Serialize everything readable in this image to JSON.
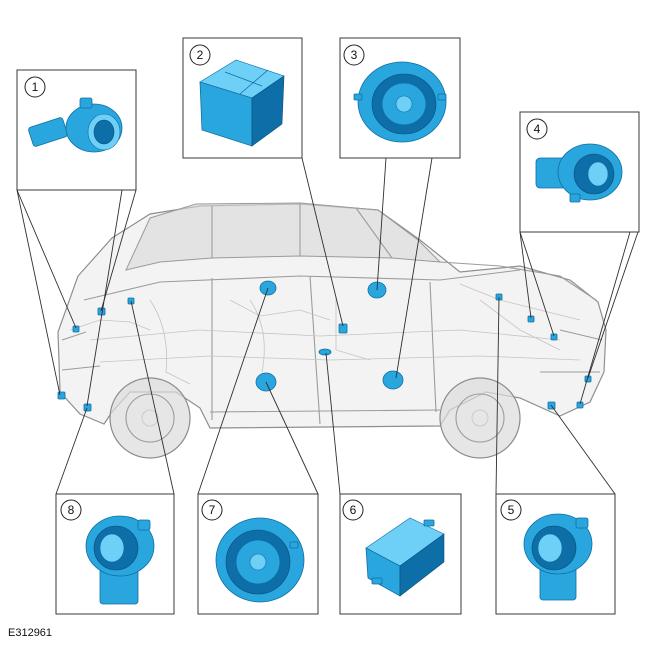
{
  "figure_code": "E312961",
  "callouts": [
    {
      "number": "1",
      "part": "sensor-icon"
    },
    {
      "number": "2",
      "part": "module-icon"
    },
    {
      "number": "3",
      "part": "speaker-icon"
    },
    {
      "number": "4",
      "part": "sensor-icon"
    },
    {
      "number": "5",
      "part": "sensor-icon"
    },
    {
      "number": "6",
      "part": "module-icon"
    },
    {
      "number": "7",
      "part": "speaker-icon"
    },
    {
      "number": "8",
      "part": "sensor-icon"
    }
  ],
  "colors": {
    "component": "#2aa6df",
    "component_dark": "#0d6ea8",
    "component_light": "#6fd0f7",
    "vehicle_outline": "#8f8f8f",
    "box_border": "#3a3a3a"
  }
}
